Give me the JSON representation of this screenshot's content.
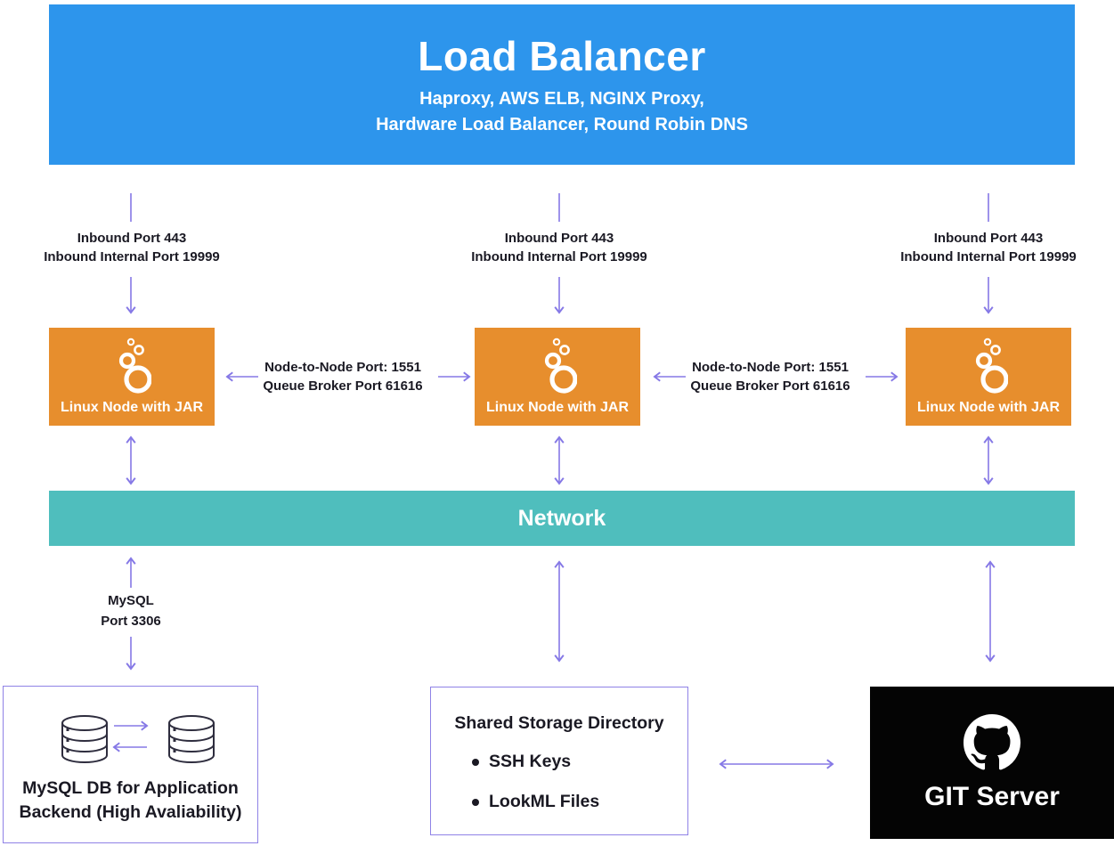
{
  "colors": {
    "blue": "#2D95EC",
    "orange": "#E78E2D",
    "teal": "#4FBEBD",
    "arrow": "#8578E6",
    "border": "#8F82E6",
    "ink": "#1A1923"
  },
  "load_balancer": {
    "title": "Load Balancer",
    "subtitle1": "Haproxy, AWS ELB, NGINX Proxy,",
    "subtitle2": "Hardware Load Balancer, Round Robin DNS"
  },
  "inbound": {
    "line1": "Inbound Port 443",
    "line2": "Inbound Internal Port 19999"
  },
  "node": {
    "label": "Linux Node with JAR"
  },
  "node_link": {
    "line1": "Node-to-Node Port: 1551",
    "line2": "Queue Broker Port 61616"
  },
  "network": {
    "label": "Network"
  },
  "mysql_link": {
    "line1": "MySQL",
    "line2": "Port 3306"
  },
  "mysql_db": {
    "line1": "MySQL DB for Application",
    "line2": "Backend (High Avaliability)"
  },
  "shared_storage": {
    "title": "Shared Storage Directory",
    "items": [
      "SSH Keys",
      "LookML Files"
    ]
  },
  "git": {
    "label": "GIT Server"
  }
}
